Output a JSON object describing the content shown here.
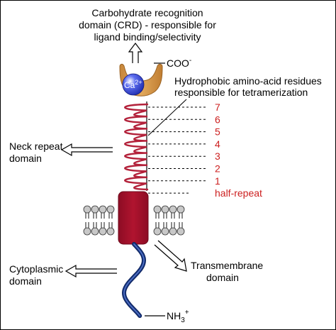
{
  "labels": {
    "crd_line1": "Carbohydrate recognition",
    "crd_line2": "domain (CRD) - responsible for",
    "crd_line3": "ligand binding/selectivity",
    "coo": "COO",
    "coo_sup": "-",
    "calcium": "Ca",
    "calcium_sup": "2+",
    "hydrophobic_line1": "Hydrophobic amino-acid residues",
    "hydrophobic_line2": "responsible for tetramerization",
    "neck_line1": "Neck repeat",
    "neck_line2": "domain",
    "half_repeat": "half-repeat",
    "transmembrane_line1": "Transmembrane",
    "transmembrane_line2": "domain",
    "cytoplasmic_line1": "Cytoplasmic",
    "cytoplasmic_line2": "domain",
    "nh3": "NH",
    "nh3_sub": "3",
    "nh3_sup": "+"
  },
  "repeat_numbers": [
    "7",
    "6",
    "5",
    "4",
    "3",
    "2",
    "1"
  ],
  "colors": {
    "helix": "#b3213a",
    "crd": "#d79a4a",
    "calcium_fill": "#2b3ed8",
    "tm_block": "#a0102a",
    "tail": "#1c3d8c",
    "lipid_head": "#c8c8c8",
    "number_text": "#cc1f1f"
  }
}
